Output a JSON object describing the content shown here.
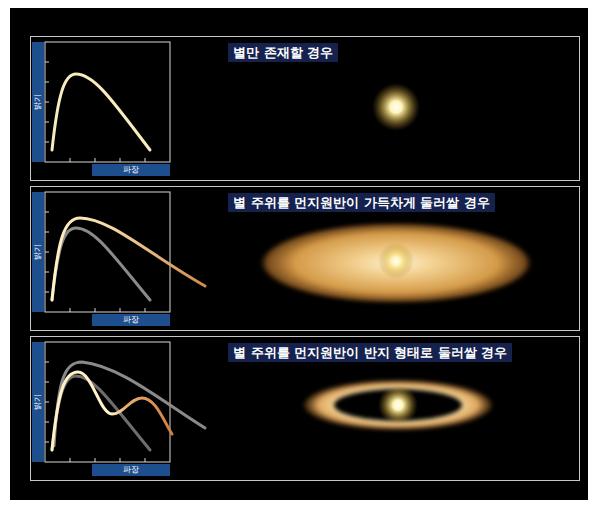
{
  "diagram": {
    "nodes": [
      {
        "text": [
          "별만 존재할 경우"
        ]
      },
      {
        "text": [
          "별 주위를 먼지원반이 가득차게 둘러쌀 경우"
        ]
      },
      {
        "text": [
          "별 주위를 먼지원반이 반지 형태로 둘러쌀 경우"
        ]
      }
    ],
    "labels": [
      "밝기",
      "파장",
      "밝기",
      "파장",
      "밝기",
      "파장"
    ]
  }
}
